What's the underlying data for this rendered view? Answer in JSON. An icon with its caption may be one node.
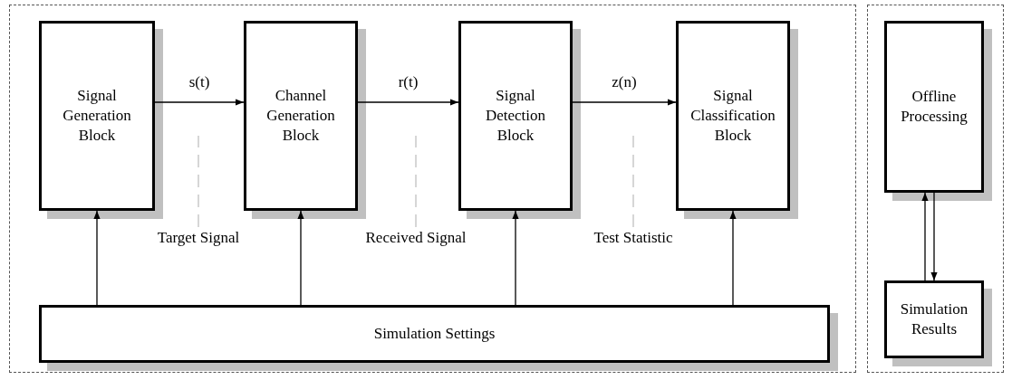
{
  "diagram": {
    "nodes": [
      {
        "text": [],
        "shape": "box"
      },
      {
        "text": [
          "Signal Generation Block"
        ],
        "in": 0
      },
      {
        "text": [
          "Channel Generation Block"
        ],
        "in": 0
      },
      {
        "text": [
          "Signal Detection Block"
        ],
        "in": 0
      },
      {
        "text": [
          "Signal Classification Block"
        ],
        "in": 0
      },
      {
        "text": [
          "Target Signal"
        ],
        "in": 0
      },
      {
        "text": [
          "Received Signal"
        ],
        "in": 0
      },
      {
        "text": [
          "Test Statistic"
        ],
        "in": 0
      },
      {
        "text": [
          "Simulation Settings"
        ],
        "in": 0
      },
      {
        "text": [],
        "shape": "box"
      },
      {
        "text": [
          "Offline Processing"
        ],
        "in": 9
      },
      {
        "text": [
          "Simulation Results"
        ],
        "in": 9
      }
    ],
    "edges": [
      {
        "from": 1,
        "to": 2,
        "arrow": "to",
        "label": "s(t)"
      },
      {
        "from": 2,
        "to": 3,
        "arrow": "to",
        "label": "r(t)"
      },
      {
        "from": 3,
        "to": 4,
        "arrow": "to",
        "label": "z(n)"
      },
      {
        "from": 8,
        "to": 1,
        "arrow": "to"
      },
      {
        "from": 8,
        "to": 2,
        "arrow": "to"
      },
      {
        "from": 8,
        "to": 3,
        "arrow": "to"
      },
      {
        "from": 8,
        "to": 4,
        "arrow": "to"
      },
      {
        "from": 5,
        "to": null,
        "arrow": "none",
        "style": "dashed",
        "color": "#c0c0c0"
      },
      {
        "from": 6,
        "to": null,
        "arrow": "none",
        "style": "dashed",
        "color": "#c0c0c0"
      },
      {
        "from": 7,
        "to": null,
        "arrow": "none",
        "style": "dashed",
        "color": "#c0c0c0"
      },
      {
        "from": 11,
        "to": 10,
        "arrow": "to"
      },
      {
        "from": 10,
        "to": 11,
        "arrow": "to"
      }
    ]
  }
}
